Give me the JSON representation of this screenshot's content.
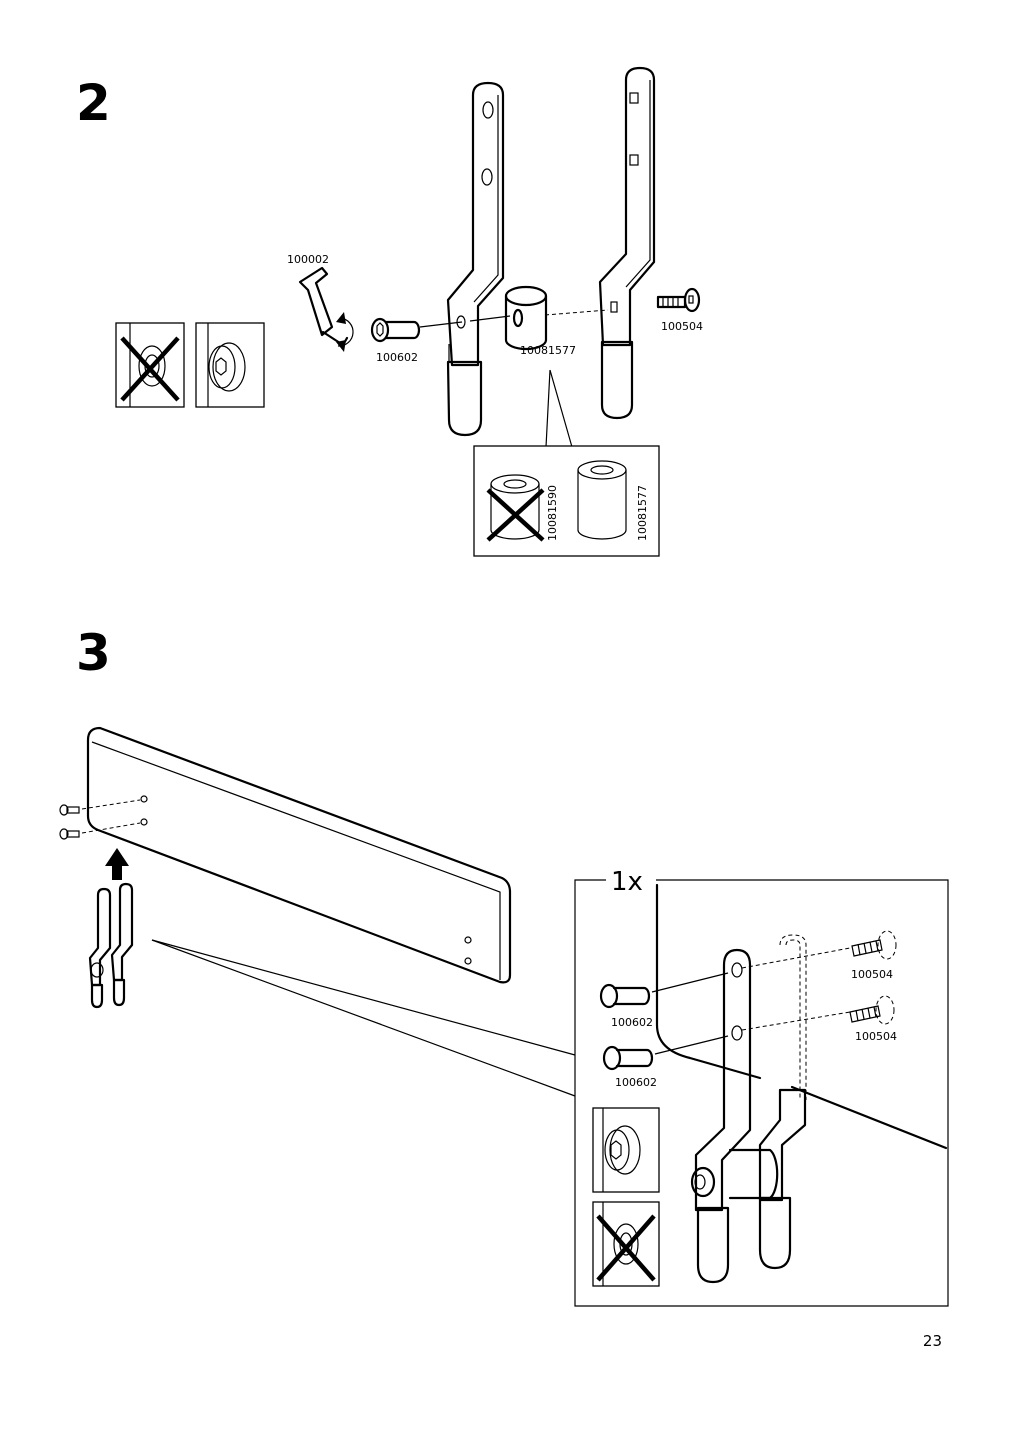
{
  "steps": [
    {
      "number": "2",
      "parts": {
        "hex_key": "100002",
        "bolt_sleeve": "100602",
        "spacer": "10081577",
        "screw": "100504"
      },
      "comparison": {
        "wrong_part": "10081590",
        "correct_part": "10081577"
      }
    },
    {
      "number": "3",
      "quantity": "1x",
      "parts": {
        "bolt_sleeve_top": "100602",
        "bolt_sleeve_bottom": "100602",
        "screw_top": "100504",
        "screw_bottom": "100504"
      }
    }
  ],
  "page_number": "23"
}
